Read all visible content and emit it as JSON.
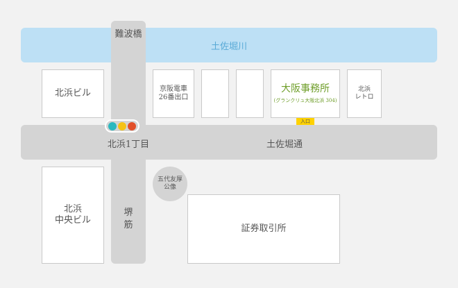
{
  "colors": {
    "background": "#f2f2f2",
    "river": "#bde0f5",
    "river_text": "#57a9d6",
    "road": "#d4d4d4",
    "building_fill": "#ffffff",
    "building_border": "#c9c9c9",
    "office_text": "#6f9e2a",
    "entrance_badge": "#ffd200"
  },
  "river": {
    "label": "土佐堀川"
  },
  "bridge": {
    "label": "難波橋"
  },
  "roads": {
    "intersection": "北浜1丁目",
    "tosabori_dori": "土佐堀通",
    "sakaisuji_1": "堺",
    "sakaisuji_2": "筋"
  },
  "traffic_signal": {
    "lamps": [
      {
        "name": "green",
        "color": "#2bb8bf"
      },
      {
        "name": "yellow",
        "color": "#f5c216"
      },
      {
        "name": "red",
        "color": "#e2502a"
      }
    ]
  },
  "buildings": {
    "kitahama_bldg": "北浜ビル",
    "keihan_exit_line1": "京阪電車",
    "keihan_exit_line2": "26番出口",
    "kitahama_retro_line1": "北浜",
    "kitahama_retro_line2": "レトロ",
    "kitahama_chuo_line1": "北浜",
    "kitahama_chuo_line2": "中央ビル",
    "stock_exchange": "証券取引所"
  },
  "monument": {
    "line1": "五代友厚",
    "line2": "公像"
  },
  "office": {
    "name": "大阪事務所",
    "sub": "(グランクリュ大阪北浜 304)",
    "entrance": "入口"
  }
}
